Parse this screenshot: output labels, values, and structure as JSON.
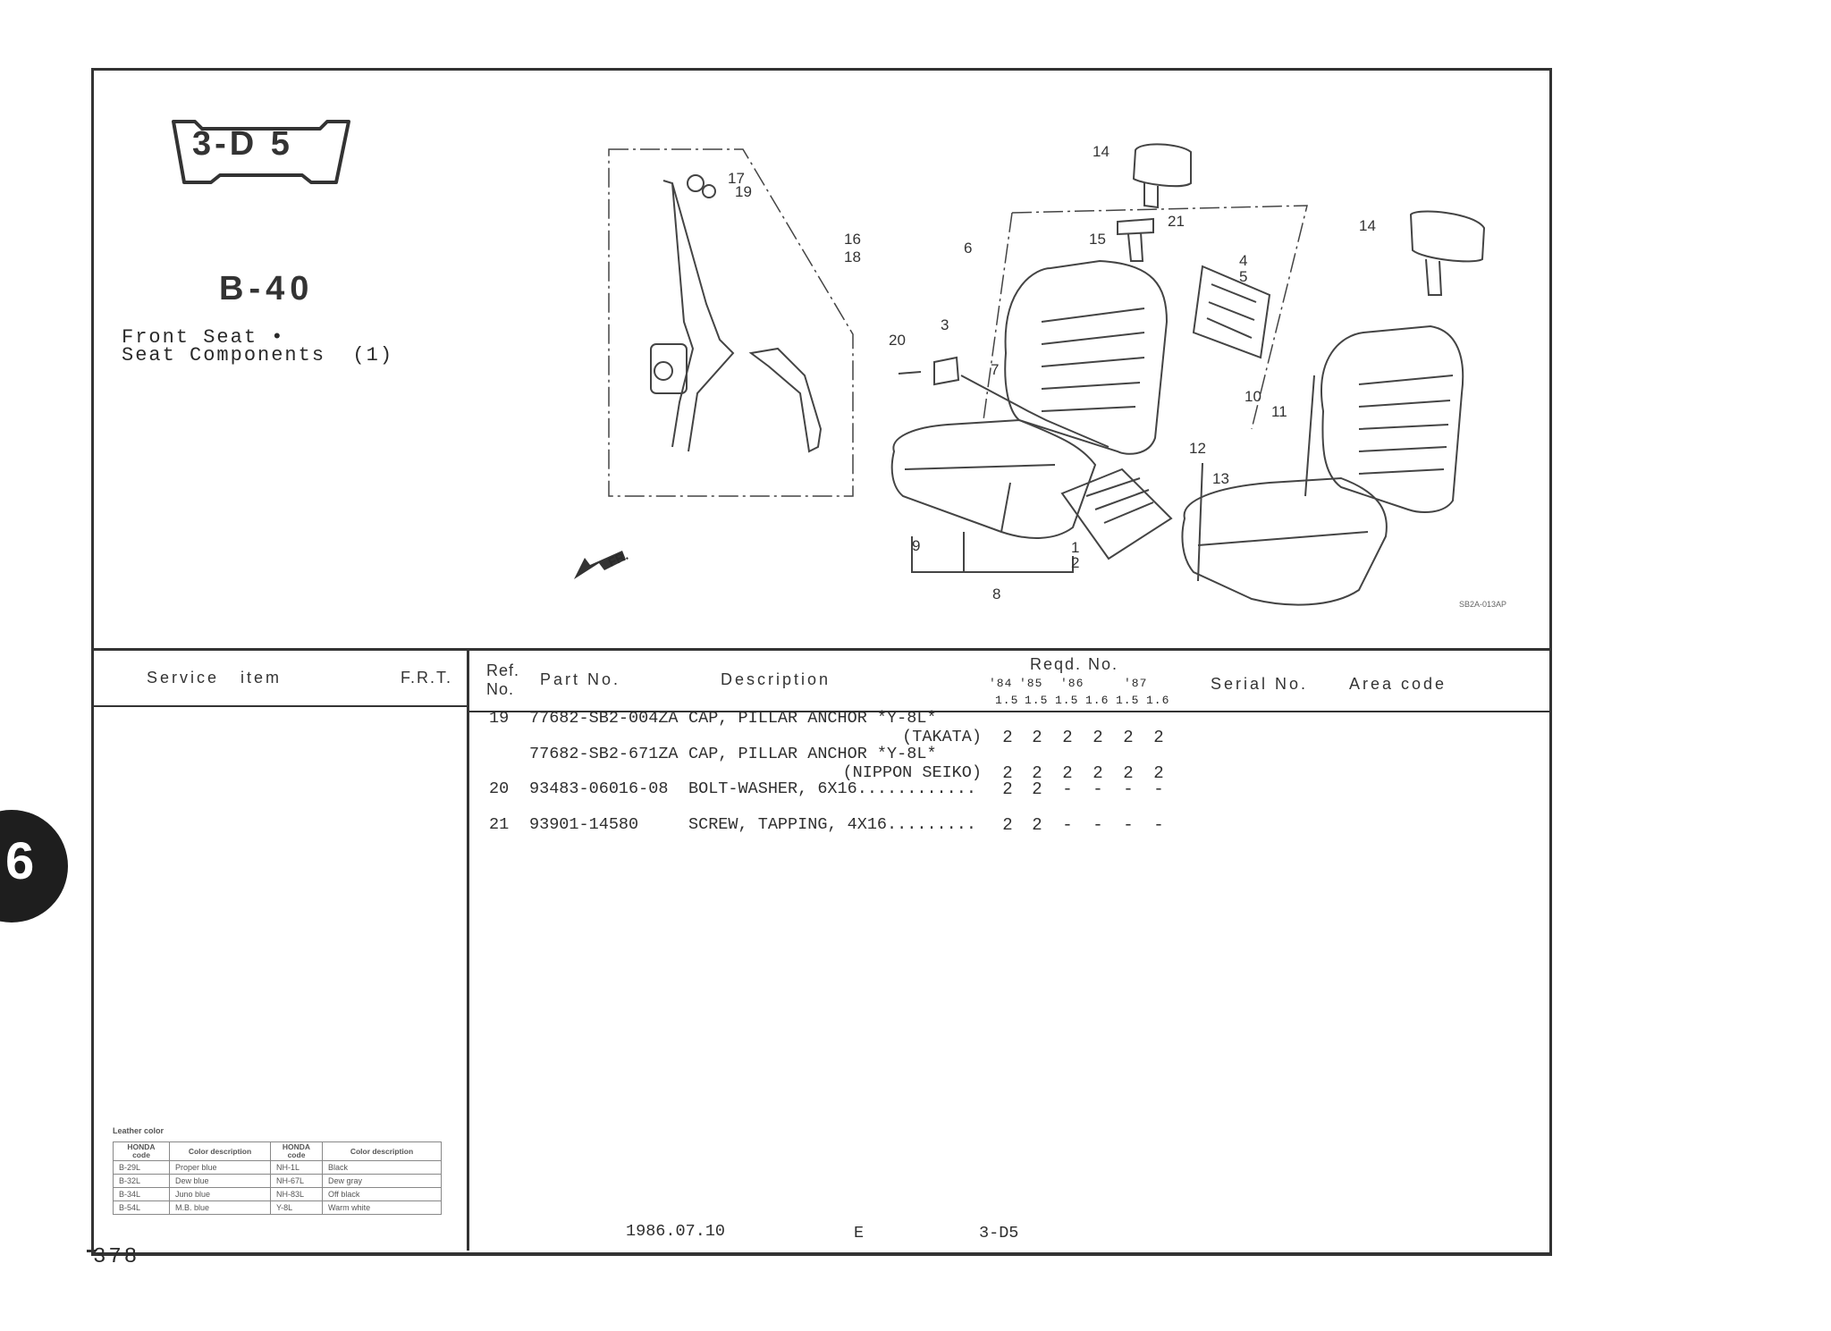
{
  "header": {
    "section_code": "3-D 5",
    "group": "B-40",
    "title_line1": "Front Seat •",
    "title_line2": "Seat Components  (1)"
  },
  "diagram": {
    "callouts": [
      "14",
      "17",
      "19",
      "16",
      "18",
      "21",
      "15",
      "6",
      "14",
      "4",
      "5",
      "3",
      "20",
      "7",
      "10",
      "11",
      "12",
      "13",
      "9",
      "1",
      "2",
      "8"
    ],
    "front_label": "FR.",
    "drawing_code": "SB2A-013AP"
  },
  "table": {
    "headers": {
      "service_item": "Service   item",
      "frt": "F.R.T.",
      "ref": "Ref.",
      "no": "No.",
      "part_no": "Part No.",
      "description": "Description",
      "reqd_no": "Reqd. No.",
      "serial_no": "Serial No.",
      "area_code": "Area code"
    },
    "years": [
      "'84",
      "'85",
      "'86",
      "'87"
    ],
    "engines": [
      "1.5",
      "1.5",
      "1.5",
      "1.6",
      "1.5",
      "1.6"
    ],
    "rows": [
      {
        "ref": "19",
        "part": "77682-SB2-004ZA",
        "desc": "CAP, PILLAR ANCHOR *Y-8L*",
        "desc2": "(TAKATA)",
        "qty": [
          "2",
          "2",
          "2",
          "2",
          "2",
          "2"
        ]
      },
      {
        "ref": "",
        "part": "77682-SB2-671ZA",
        "desc": "CAP, PILLAR ANCHOR *Y-8L*",
        "desc2": "(NIPPON SEIKO)",
        "qty": [
          "2",
          "2",
          "2",
          "2",
          "2",
          "2"
        ]
      },
      {
        "ref": "20",
        "part": "93483-06016-08",
        "desc": "BOLT-WASHER, 6X16............",
        "desc2": "",
        "qty": [
          "2",
          "2",
          "-",
          "-",
          "-",
          "-"
        ]
      },
      {
        "ref": "21",
        "part": "93901-14580",
        "desc": "SCREW, TAPPING, 4X16.........",
        "desc2": "",
        "qty": [
          "2",
          "2",
          "-",
          "-",
          "-",
          "-"
        ]
      }
    ]
  },
  "leather": {
    "title": "Leather color",
    "headers": [
      "HONDA code",
      "Color description",
      "HONDA code",
      "Color description"
    ],
    "rows": [
      [
        "B-29L",
        "Proper blue",
        "NH-1L",
        "Black"
      ],
      [
        "B-32L",
        "Dew blue",
        "NH-67L",
        "Dew gray"
      ],
      [
        "B-34L",
        "Juno blue",
        "NH-83L",
        "Off black"
      ],
      [
        "B-54L",
        "M.B. blue",
        "Y-8L",
        "Warm white"
      ]
    ]
  },
  "footer": {
    "date": "1986.07.10",
    "lang": "E",
    "code": "3-D5"
  },
  "page_number": "378",
  "chapter_tab": "6"
}
